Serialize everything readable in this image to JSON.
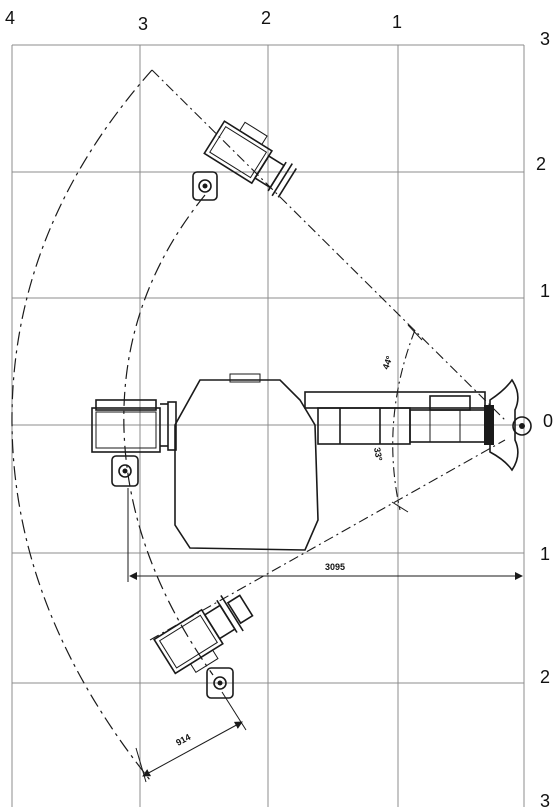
{
  "top_axis": {
    "labels": [
      "4",
      "3",
      "2",
      "1"
    ]
  },
  "right_axis": {
    "labels": [
      "3",
      "2",
      "1",
      "0",
      "1",
      "2",
      "3"
    ]
  },
  "dimensions": {
    "overall_length": "3095",
    "basket_offset": "914"
  },
  "angles": {
    "upper": "44º",
    "lower": "33º"
  }
}
